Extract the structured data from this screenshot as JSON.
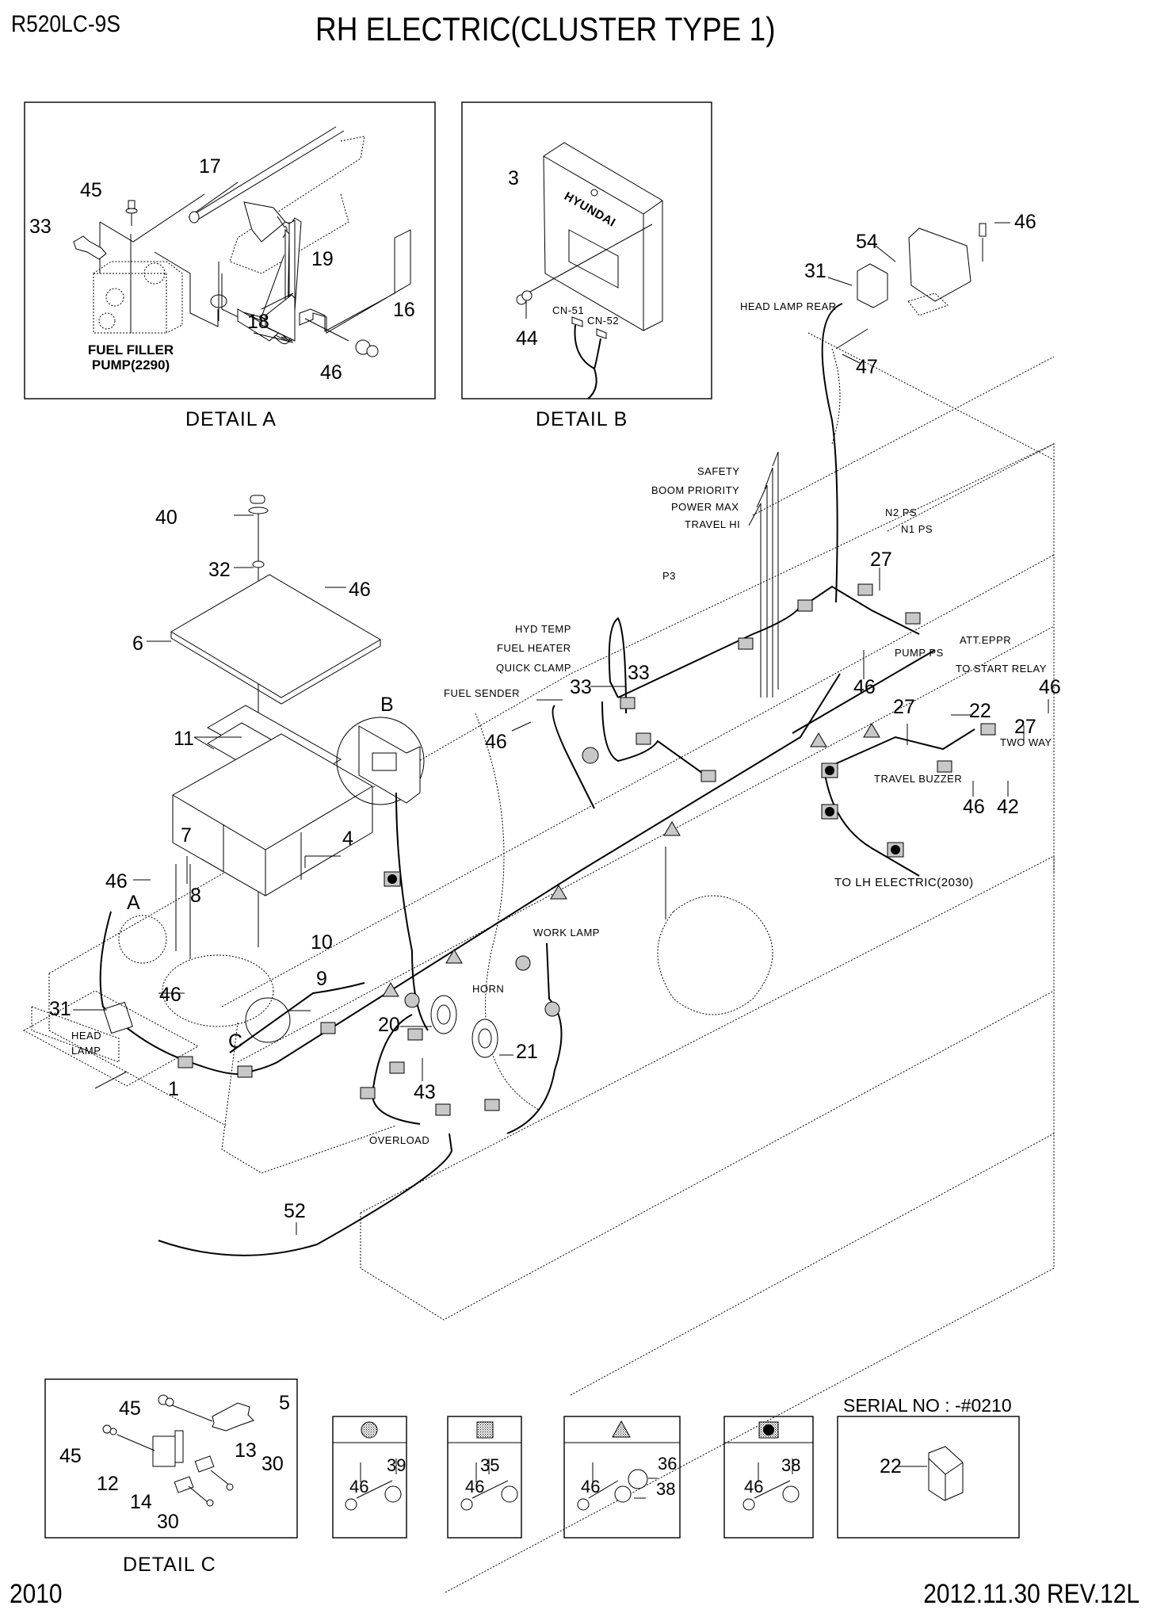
{
  "header": {
    "model": "R520LC-9S",
    "title": "RH ELECTRIC(CLUSTER TYPE 1)"
  },
  "footer": {
    "page_number": "2010",
    "revision": "2012.11.30  REV.12L"
  },
  "detail_a": {
    "caption": "DETAIL  A",
    "component_label_line1": "FUEL FILLER",
    "component_label_line2": "PUMP(2290)",
    "callouts": [
      "17",
      "45",
      "33",
      "19",
      "16",
      "18",
      "46"
    ]
  },
  "detail_b": {
    "caption": "DETAIL  B",
    "brand": "HYUNDAI",
    "connectors": [
      "CN-51",
      "CN-52"
    ],
    "callouts": [
      "3",
      "44"
    ]
  },
  "detail_c": {
    "caption": "DETAIL  C",
    "callouts": [
      "45",
      "5",
      "45",
      "13",
      "30",
      "12",
      "14",
      "30"
    ]
  },
  "main": {
    "callouts": {
      "c46_lamp": "46",
      "c54": "54",
      "c31_rear": "31",
      "c47": "47",
      "c40": "40",
      "c32": "32",
      "c46_plate": "46",
      "c6": "6",
      "c11": "11",
      "c7": "7",
      "c4": "4",
      "c46_bat": "46",
      "c8": "8",
      "c10": "10",
      "c46_head": "46",
      "c9": "9",
      "c31_head": "31",
      "c1": "1",
      "c20": "20",
      "c21": "21",
      "c43": "43",
      "c52": "52",
      "c33a": "33",
      "c33b": "33",
      "c46_fuel": "46",
      "c27a": "27",
      "c46_pump": "46",
      "c27b": "27",
      "c22": "22",
      "c46_relay": "46",
      "c27c": "27",
      "c46_buzz": "46",
      "c42": "42"
    },
    "letter_markers": {
      "a": "A",
      "b": "B",
      "c": "C"
    },
    "labels": {
      "head_lamp_rear": "HEAD LAMP REAR",
      "safety": "SAFETY",
      "boom_priority": "BOOM PRIORITY",
      "power_max": "POWER MAX",
      "travel_hi": "TRAVEL HI",
      "n2_ps": "N2 PS",
      "n1_ps": "N1 PS",
      "p3": "P3",
      "hyd_temp": "HYD TEMP",
      "fuel_heater": "FUEL HEATER",
      "quick_clamp": "QUICK CLAMP",
      "fuel_sender": "FUEL SENDER",
      "pump_ps": "PUMP PS",
      "att_eppr": "ATT.EPPR",
      "to_start_relay": "TO START RELAY",
      "two_way": "TWO WAY",
      "travel_buzzer": "TRAVEL BUZZER",
      "to_lh_electric": "TO LH ELECTRIC(2030)",
      "work_lamp": "WORK LAMP",
      "horn": "HORN",
      "head_lamp_line1": "HEAD",
      "head_lamp_line2": "LAMP",
      "overload": "OVERLOAD"
    }
  },
  "clamp_legend": [
    {
      "symbol": "circle-dotted",
      "bolt": "46",
      "clamp": "39"
    },
    {
      "symbol": "square-dotted",
      "bolt": "46",
      "clamp": "35"
    },
    {
      "symbol": "triangle-dotted",
      "bolt": "46",
      "clamp": "38",
      "extra": "36"
    },
    {
      "symbol": "square-black-dot",
      "bolt": "46",
      "clamp": "38"
    }
  ],
  "serial_box": {
    "label": "SERIAL NO : -#0210",
    "callout": "22"
  }
}
